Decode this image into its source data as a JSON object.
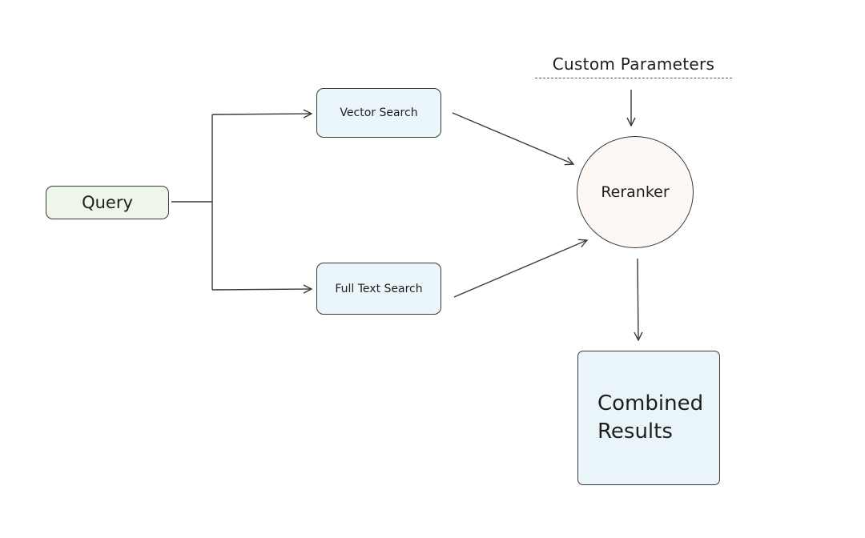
{
  "diagram": {
    "query_label": "Query",
    "vector_search_label": "Vector Search",
    "full_text_search_label": "Full Text Search",
    "reranker_label": "Reranker",
    "custom_parameters_label": "Custom Parameters",
    "combined_results_line1": "Combined",
    "combined_results_line2": "Results"
  },
  "colors": {
    "stroke": "#3a3a3a",
    "query_fill": "#eef6ea",
    "search_fill": "#ebf6fb",
    "reranker_fill": "#fdf8f3",
    "results_fill": "#eaf5fa"
  }
}
